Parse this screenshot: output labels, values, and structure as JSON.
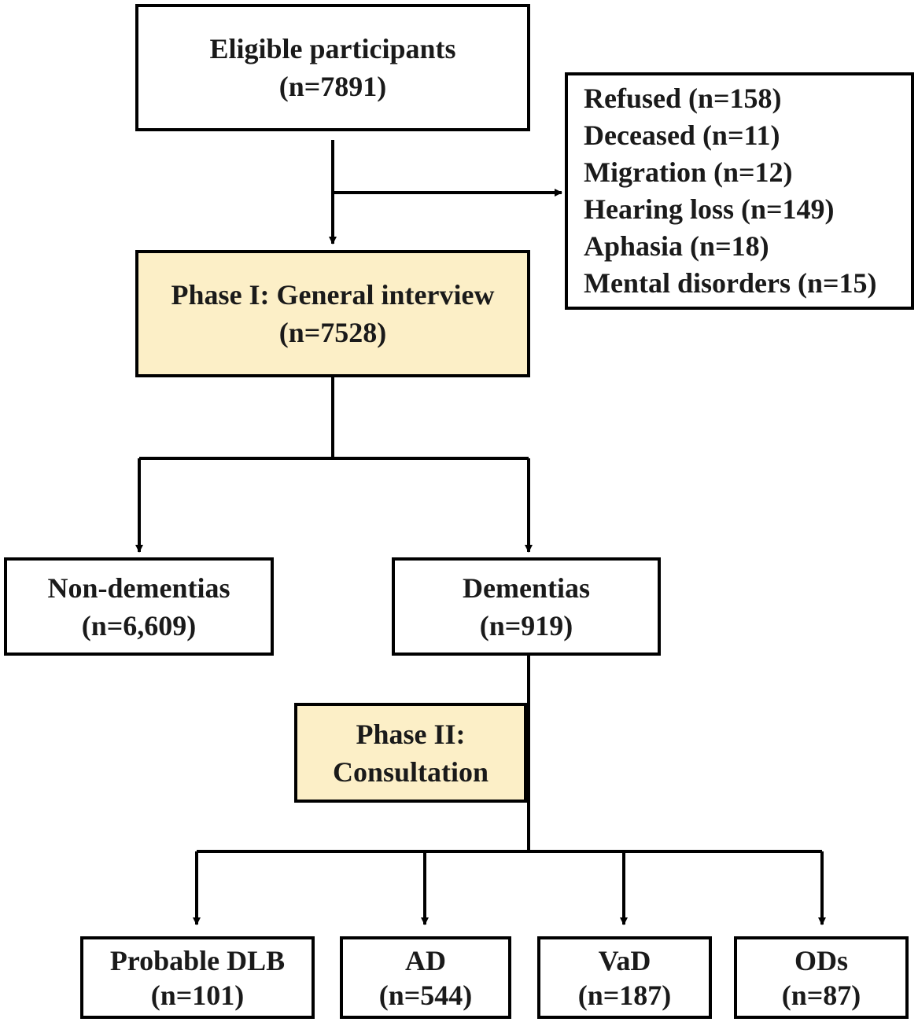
{
  "colors": {
    "phase_fill": "#fcefc7",
    "line": "#000000"
  },
  "eligible": {
    "title": "Eligible participants",
    "count": "(n=7891)"
  },
  "exclusions": [
    "Refused (n=158)",
    "Deceased (n=11)",
    "Migration (n=12)",
    "Hearing loss (n=149)",
    "Aphasia (n=18)",
    "Mental disorders (n=15)"
  ],
  "phase1": {
    "title": "Phase I: General interview",
    "count": "(n=7528)"
  },
  "non_dementias": {
    "title": "Non-dementias",
    "count": "(n=6,609)"
  },
  "dementias": {
    "title": "Dementias",
    "count": "(n=919)"
  },
  "phase2": {
    "line1": "Phase II:",
    "line2": "Consultation"
  },
  "subtypes": [
    {
      "title": "Probable DLB",
      "count": "(n=101)"
    },
    {
      "title": "AD",
      "count": "(n=544)"
    },
    {
      "title": "VaD",
      "count": "(n=187)"
    },
    {
      "title": "ODs",
      "count": "(n=87)"
    }
  ]
}
